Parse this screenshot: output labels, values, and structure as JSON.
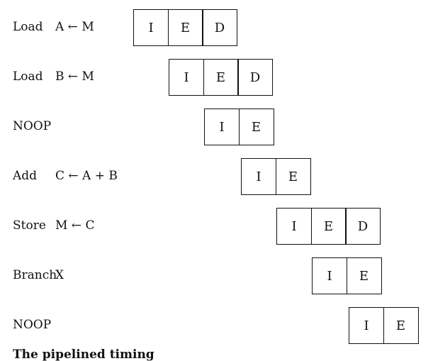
{
  "instructions": [
    {
      "op": "Load",
      "operand": "A ← M",
      "stages": [
        "I",
        "E",
        "D"
      ]
    },
    {
      "op": "Load",
      "operand": "B ← M",
      "stages": [
        "I",
        "E",
        "D"
      ]
    },
    {
      "op": "NOOP",
      "operand": "",
      "stages": [
        "I",
        "E"
      ]
    },
    {
      "op": "Add",
      "operand": "C ← A + B",
      "stages": [
        "I",
        "E"
      ]
    },
    {
      "op": "Store",
      "operand": "M ← C",
      "stages": [
        "I",
        "E",
        "D"
      ]
    },
    {
      "op": "Branch",
      "operand": "X",
      "stages": [
        "I",
        "E"
      ]
    },
    {
      "op": "NOOP",
      "operand": "",
      "stages": [
        "I",
        "E"
      ]
    }
  ],
  "caption": "The pipelined timing"
}
